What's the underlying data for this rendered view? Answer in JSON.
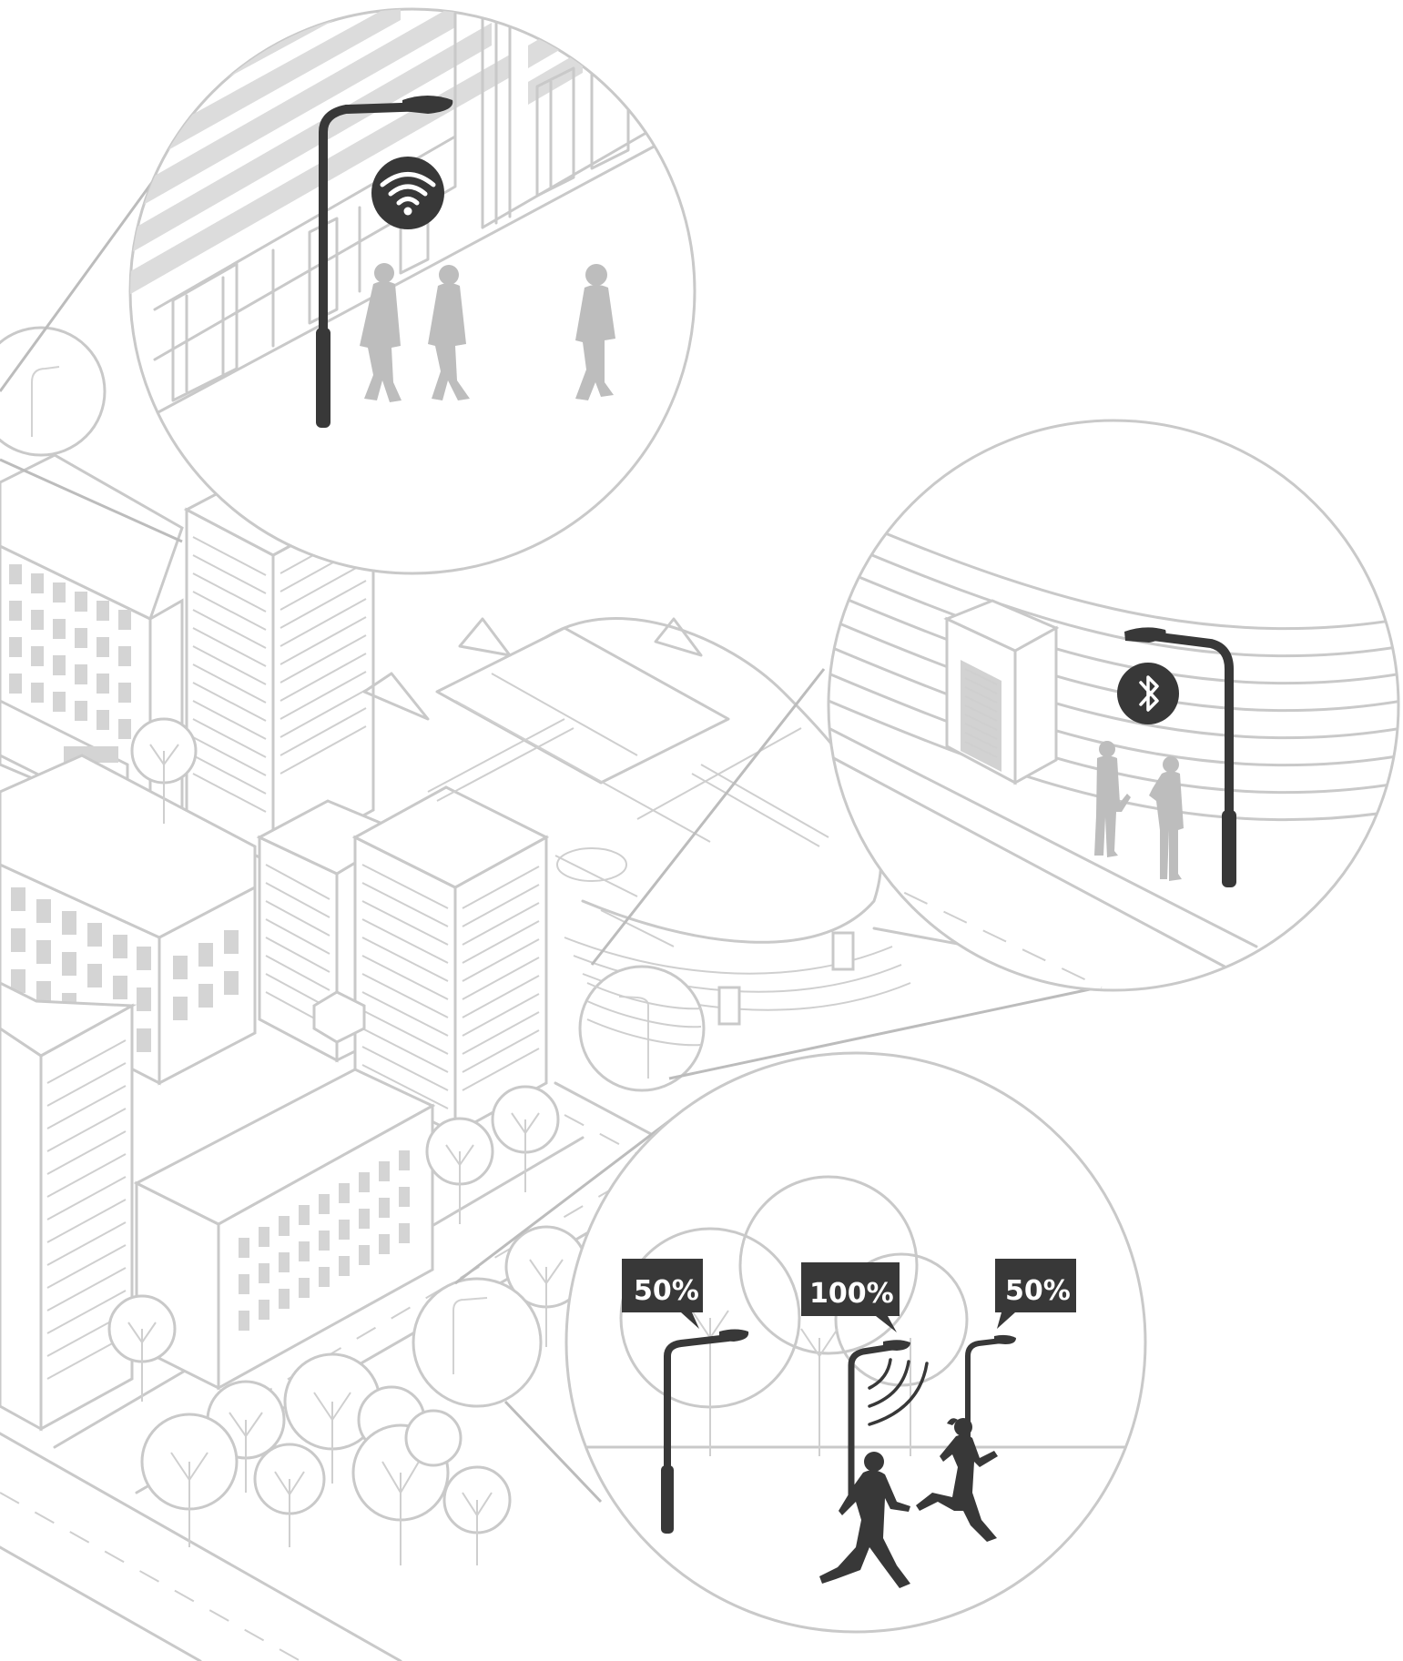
{
  "colors": {
    "line": "#c9c9c9",
    "dark": "#383838",
    "silhouette": "#bdbdbd",
    "background": "#ffffff"
  },
  "callouts": {
    "wifi": {
      "icon": "wifi-icon"
    },
    "bluetooth": {
      "icon": "bluetooth-icon"
    },
    "dimming": {
      "badges": [
        {
          "label": "50%"
        },
        {
          "label": "100%"
        },
        {
          "label": "50%"
        }
      ]
    }
  }
}
